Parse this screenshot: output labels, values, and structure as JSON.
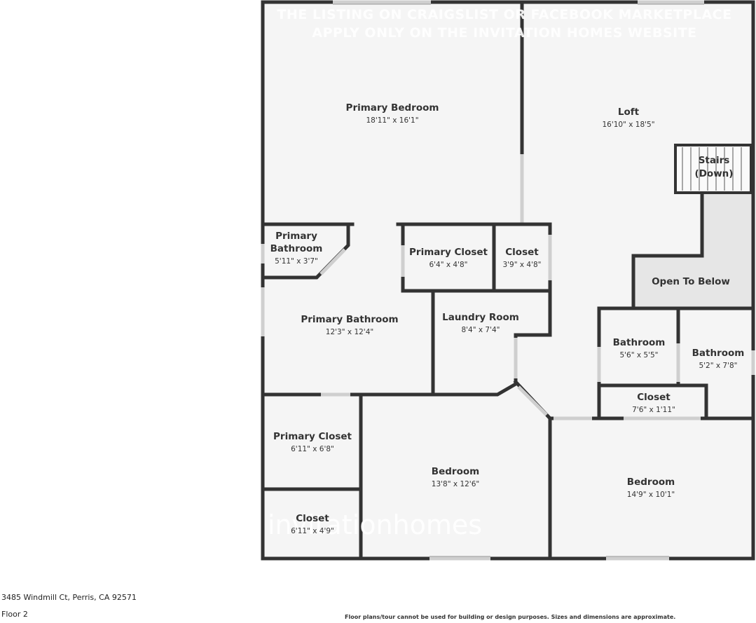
{
  "watermark": {
    "line1": "THE LISTING ON CRAIGSLIST OR FACEBOOK MARKETPLACE",
    "line2": "APPLY ONLY ON THE INVITATION HOMES WEBSITE",
    "logo": "invitationhomes"
  },
  "rooms": {
    "primary_bedroom": {
      "name": "Primary Bedroom",
      "dim": "18'11\" x 16'1\""
    },
    "loft": {
      "name": "Loft",
      "dim": "16'10\" x 18'5\""
    },
    "stairs": {
      "name1": "Stairs",
      "name2": "(Down)"
    },
    "primary_bathroom_small": {
      "name1": "Primary",
      "name2": "Bathroom",
      "dim": "5'11\" x 3'7\""
    },
    "primary_closet_1": {
      "name": "Primary Closet",
      "dim": "6'4\" x 4'8\""
    },
    "closet_1": {
      "name": "Closet",
      "dim": "3'9\" x 4'8\""
    },
    "open_to_below": {
      "name": "Open To Below"
    },
    "primary_bathroom": {
      "name": "Primary Bathroom",
      "dim": "12'3\" x 12'4\""
    },
    "laundry_room": {
      "name": "Laundry Room",
      "dim": "8'4\" x 7'4\""
    },
    "bathroom_1": {
      "name": "Bathroom",
      "dim": "5'6\" x 5'5\""
    },
    "bathroom_2": {
      "name": "Bathroom",
      "dim": "5'2\" x 7'8\""
    },
    "closet_2": {
      "name": "Closet",
      "dim": "7'6\" x 1'11\""
    },
    "primary_closet_2": {
      "name": "Primary Closet",
      "dim": "6'11\" x 6'8\""
    },
    "bedroom_1": {
      "name": "Bedroom",
      "dim": "13'8\" x 12'6\""
    },
    "bedroom_2": {
      "name": "Bedroom",
      "dim": "14'9\" x 10'1\""
    },
    "closet_3": {
      "name": "Closet",
      "dim": "6'11\" x 4'9\""
    }
  },
  "footer": {
    "address": "3485 Windmill Ct, Perris, CA 92571",
    "floor": "Floor 2",
    "disclaimer": "Floor plans/tour cannot be used for building or design purposes. Sizes and dimensions are approximate."
  }
}
